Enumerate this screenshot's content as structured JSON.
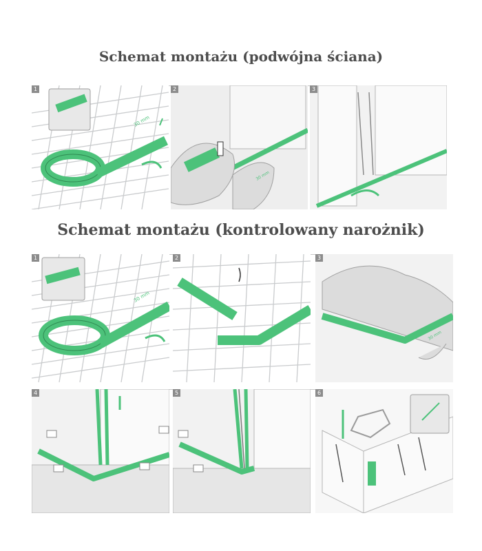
{
  "titles": {
    "double_wall": "Schemat montażu (podwójna ściana)",
    "controlled_corner": "Schemat montażu (kontrolowany narożnik)"
  },
  "colors": {
    "tape_green": "#4cc27a",
    "tape_dark": "#2f8a52",
    "mesh_gray": "#c9cbcd",
    "concrete": "#e6e6e6",
    "badge_gray": "#8c8c8c",
    "title_gray": "#4d4d4d"
  },
  "section_1": {
    "panels": [
      {
        "number": "1",
        "dimension": "30 mm"
      },
      {
        "number": "2",
        "dimension": "30 mm"
      },
      {
        "number": "3"
      }
    ]
  },
  "section_2": {
    "panels": [
      {
        "number": "1",
        "dimension": "30 mm"
      },
      {
        "number": "2"
      },
      {
        "number": "3",
        "dimension": "30 mm"
      },
      {
        "number": "4"
      },
      {
        "number": "5"
      },
      {
        "number": "6"
      }
    ]
  }
}
